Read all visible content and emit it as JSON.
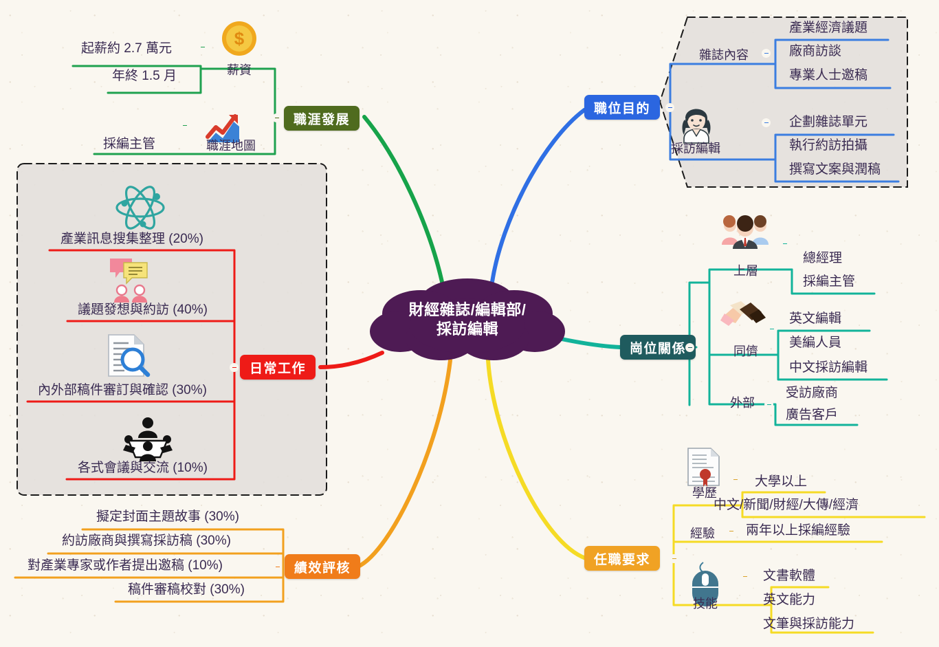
{
  "central": {
    "line1": "財經雜誌/編輯部/",
    "line2": "採訪編輯",
    "color": "#4E1B54"
  },
  "branches": [
    {
      "id": "career",
      "label": "職涯發展",
      "color": "#4F6B1E",
      "line_color": "#16A34A",
      "groups": [
        {
          "icon": "coin-icon",
          "icon_label": "薪資",
          "items": [
            "起薪約 2.7 萬元",
            "年終 1.5 月"
          ]
        },
        {
          "icon": "growth-chart-icon",
          "icon_label": "職涯地圖",
          "items": [
            "採編主管"
          ]
        }
      ]
    },
    {
      "id": "purpose",
      "label": "職位目的",
      "color": "#2B66E0",
      "line_color": "#3B7DE0",
      "groups": [
        {
          "icon": "",
          "icon_label": "雜誌內容",
          "items": [
            "產業經濟議題",
            "廠商訪談",
            "專業人士邀稿"
          ]
        },
        {
          "icon": "reporter-icon",
          "icon_label": "採訪編輯",
          "items": [
            "企劃雜誌單元",
            "執行約訪拍攝",
            "撰寫文案與潤稿"
          ]
        }
      ]
    },
    {
      "id": "relations",
      "label": "崗位關係",
      "color": "#1F5B5E",
      "line_color": "#12B39A",
      "groups": [
        {
          "icon": "people-group-icon",
          "icon_label": "上層",
          "items": [
            "總經理",
            "採編主管"
          ]
        },
        {
          "icon": "handshake-icon",
          "icon_label": "同儕",
          "items": [
            "英文編輯",
            "美編人員",
            "中文採訪編輯"
          ]
        },
        {
          "icon": "",
          "icon_label": "外部",
          "items": [
            "受訪廠商",
            "廣告客戶"
          ]
        }
      ]
    },
    {
      "id": "requirements",
      "label": "任職要求",
      "color": "#F0A224",
      "line_color": "#F5DB25",
      "groups": [
        {
          "icon": "certificate-icon",
          "icon_label": "學歷",
          "items": [
            "大學以上",
            "中文/新聞/財經/大傳/經濟"
          ]
        },
        {
          "icon": "",
          "icon_label": "經驗",
          "items": [
            "兩年以上採編經驗"
          ]
        },
        {
          "icon": "mouse-icon",
          "icon_label": "技能",
          "items": [
            "文書軟體",
            "英文能力",
            "文筆與採訪能力"
          ]
        }
      ]
    },
    {
      "id": "performance",
      "label": "績效評核",
      "color": "#F07C1A",
      "line_color": "#F2A01E",
      "groups": [
        {
          "icon": "",
          "icon_label": "",
          "items": [
            "擬定封面主題故事 (30%)",
            "約訪廠商與撰寫採訪稿 (30%)",
            "對產業專家或作者提出邀稿 (10%)",
            "稿件審稿校對 (30%)"
          ]
        }
      ]
    },
    {
      "id": "daily",
      "label": "日常工作",
      "color": "#EE1B17",
      "line_color": "#EE1B17",
      "groups": [
        {
          "icon": "atom-icon",
          "icon_label": "",
          "items": [
            "產業訊息搜集整理 (20%)"
          ]
        },
        {
          "icon": "discussion-icon",
          "icon_label": "",
          "items": [
            "議題發想與約訪 (40%)"
          ]
        },
        {
          "icon": "doc-search-icon",
          "icon_label": "",
          "items": [
            "內外部稿件審訂與確認 (30%)"
          ]
        },
        {
          "icon": "meeting-icon",
          "icon_label": "",
          "items": [
            "各式會議與交流 (10%)"
          ]
        }
      ]
    }
  ],
  "toggles_label": "collapse-toggle"
}
